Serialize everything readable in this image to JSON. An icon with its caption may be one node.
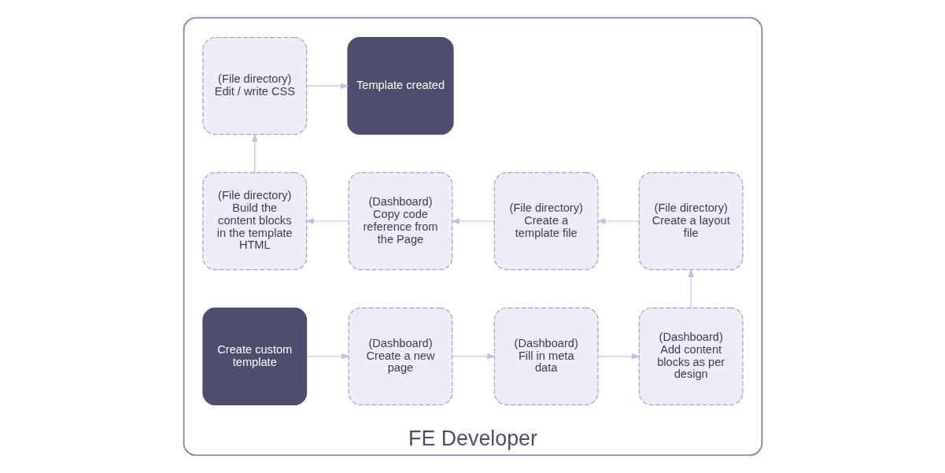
{
  "diagram": {
    "nodes": [
      {
        "text": [
          "FE Developer"
        ]
      },
      {
        "text": [
          "Create custom template"
        ],
        "in": 0
      },
      {
        "text": [
          "(Dashboard)",
          "Create a new page"
        ],
        "in": 0
      },
      {
        "text": [
          "(Dashboard)",
          "Fill in meta data"
        ],
        "in": 0
      },
      {
        "text": [
          "(Dashboard)",
          "Add content blocks as per design"
        ],
        "in": 0
      },
      {
        "text": [
          "(File directory)",
          "Create a layout file"
        ],
        "in": 0
      },
      {
        "text": [
          "(File directory)",
          "Create a template file"
        ],
        "in": 0
      },
      {
        "text": [
          "(Dashboard)",
          "Copy code reference from the Page"
        ],
        "in": 0
      },
      {
        "text": [
          "(File directory)",
          "Build the content blocks in the template HTML"
        ],
        "in": 0
      },
      {
        "text": [
          "(File directory)",
          "Edit / write CSS"
        ],
        "in": 0
      },
      {
        "text": [
          "Template created"
        ],
        "in": 0
      }
    ],
    "edges": [
      {
        "from": 1,
        "to": 2,
        "arrow": "to"
      },
      {
        "from": 2,
        "to": 3,
        "arrow": "to"
      },
      {
        "from": 3,
        "to": 4,
        "arrow": "to"
      },
      {
        "from": 4,
        "to": 5,
        "arrow": "to"
      },
      {
        "from": 5,
        "to": 6,
        "arrow": "to"
      },
      {
        "from": 6,
        "to": 7,
        "arrow": "to"
      },
      {
        "from": 7,
        "to": 8,
        "arrow": "to"
      },
      {
        "from": 8,
        "to": 9,
        "arrow": "to"
      },
      {
        "from": 9,
        "to": 10,
        "arrow": "to"
      }
    ]
  }
}
